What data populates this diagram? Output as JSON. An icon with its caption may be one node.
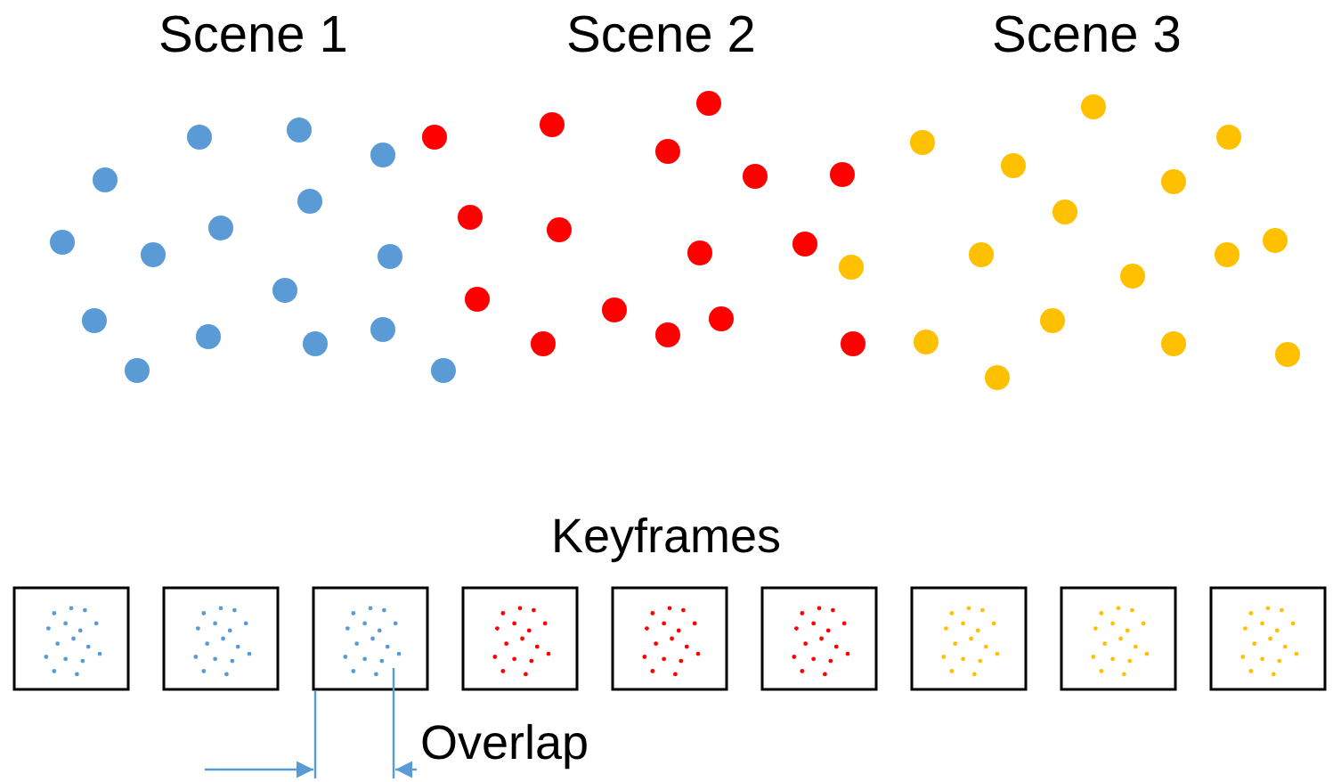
{
  "diagram": {
    "labels": [
      "Scene 1",
      "Scene 2",
      "Scene 3",
      "Keyframes",
      "Overlap"
    ]
  }
}
